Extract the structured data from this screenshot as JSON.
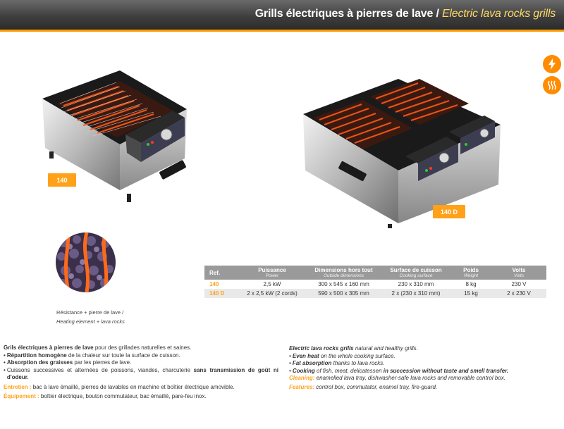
{
  "header": {
    "title_fr": "Grills électriques à pierres de lave",
    "separator": "/",
    "title_en": "Electric lava rocks grills"
  },
  "side_icons": [
    {
      "icon": "lightning-icon",
      "color": "#ff8c00"
    },
    {
      "icon": "heat-waves-icon",
      "color": "#ff8c00"
    }
  ],
  "products": [
    {
      "tag": "140"
    },
    {
      "tag": "140 D"
    }
  ],
  "image_caption": {
    "fr": "Résistance + pierre de lave /",
    "en": "Heating element + lava rocks"
  },
  "spec_table": {
    "columns": [
      {
        "label": "Ref.",
        "sub": ""
      },
      {
        "label": "Puissance",
        "sub": "Power"
      },
      {
        "label": "Dimensions hors tout",
        "sub": "Outside dimensions"
      },
      {
        "label": "Surface de cuisson",
        "sub": "Cooking surface"
      },
      {
        "label": "Poids",
        "sub": "Weight"
      },
      {
        "label": "Volts",
        "sub": "Volts"
      }
    ],
    "rows": [
      [
        "140",
        "2,5 kW",
        "300 x 545 x 160 mm",
        "230 x 310 mm",
        "8 kg",
        "230 V"
      ],
      [
        "140 D",
        "2 x 2,5 kW (2 cords)",
        "590 x 500 x 305 mm",
        "2 x (230 x 310 mm)",
        "15 kg",
        "2 x 230 V"
      ]
    ]
  },
  "description_fr": {
    "intro_bold": "Grils électriques à pierres de lave",
    "intro_rest": " pour des grillades naturelles et saines.",
    "b1_bold": "Répartition homogène",
    "b1_rest": " de la chaleur sur toute la surface de cuisson.",
    "b2_bold": "Absorption des graisses",
    "b2_rest": " par les pierres de lave.",
    "b3_text": "Cuissons successives et alternées de poissons, viandes, charcuterie ",
    "b3_bold": "sans transmission de goût ni d'odeur.",
    "bullet": "•",
    "entretien_label": "Entretien :",
    "entretien_text": " bac à lave émaillé, pierres de lavables en machine et boîtier électrique amovible.",
    "equipement_label": "Équipement :",
    "equipement_text": " boîtier électrique, bouton commutateur, bac émaillé, pare-feu inox."
  },
  "description_en": {
    "intro_bold": "Electric lava rocks grills",
    "intro_rest": " natural and healthy grills.",
    "b1_bold": "Even heat",
    "b1_rest": " on the whole cooking surface.",
    "b2_bold": "Fat absorption",
    "b2_rest": " thanks to lava rocks.",
    "b3_bold": "Cooking",
    "b3_text": " of fish, meat, delicatessen ",
    "b3_bold2": "in succession without taste and smell transfer.",
    "bullet": "•",
    "cleaning_label": "Cleaning:",
    "cleaning_text": " enamelled lava tray, dishwasher-safe lava rocks and removable control box.",
    "features_label": "Features:",
    "features_text": " control box, commutator, enamel tray, fire-guard."
  }
}
